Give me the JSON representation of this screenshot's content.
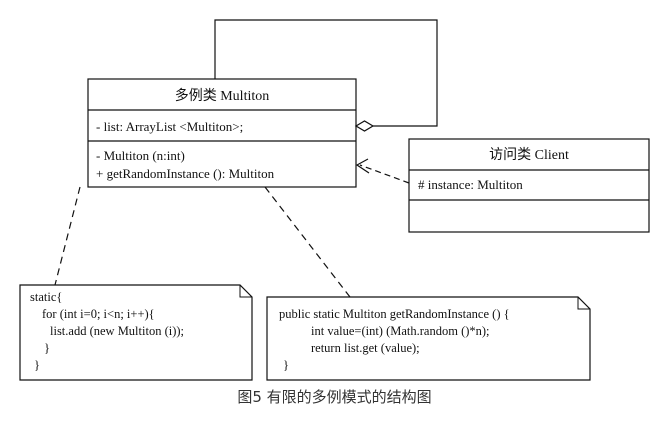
{
  "multiton": {
    "title": "多例类  Multiton",
    "attributes": [
      "- list: ArrayList <Multiton>;"
    ],
    "operations": [
      "- Multiton (n:int)",
      "+ getRandomInstance (): Multiton"
    ]
  },
  "client": {
    "title": "访问类  Client",
    "attributes": [
      "# instance: Multiton"
    ]
  },
  "note_static": {
    "lines": [
      "static{",
      "for (int i=0;  i<n;  i++){",
      "list.add (new Multiton (i));",
      "}",
      "}"
    ]
  },
  "note_method": {
    "lines": [
      "public static Multiton getRandomInstance () {",
      "int value=(int) (Math.random ()*n);",
      "return list.get (value);",
      "}"
    ]
  },
  "caption": "图5 有限的多例模式的结构图"
}
